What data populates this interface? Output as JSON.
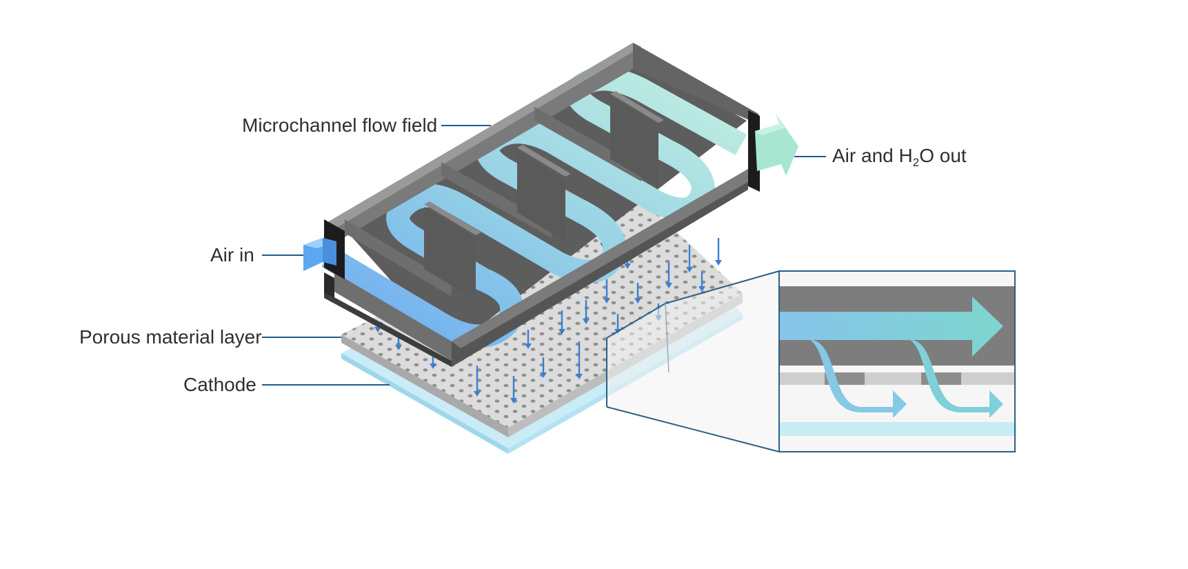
{
  "labels": {
    "microchannel": "Microchannel flow field",
    "air_out_prefix": "Air and H",
    "air_out_sub": "2",
    "air_out_suffix": "O out",
    "air_in": "Air in",
    "porous": "Porous material layer",
    "cathode": "Cathode"
  },
  "colors": {
    "frame_light": "#8a8a8a",
    "frame_mid": "#6b6b6b",
    "frame_dark": "#4d4d4d",
    "frame_end": "#222222",
    "channel_blue": "#7ab4f0",
    "channel_cyan": "#9cd6e6",
    "channel_mint": "#b5ecdc",
    "porous_top": "#dadada",
    "porous_side": "#aaaaaa",
    "pore": "#8f8f8f",
    "cathode": "#c6ebf6",
    "arrow_blue": "#3b7fcf",
    "leader": "#1e5a8e",
    "zoom_border": "#2b5f86"
  },
  "icons": {
    "flow_arrow": "arrow-down-icon"
  }
}
